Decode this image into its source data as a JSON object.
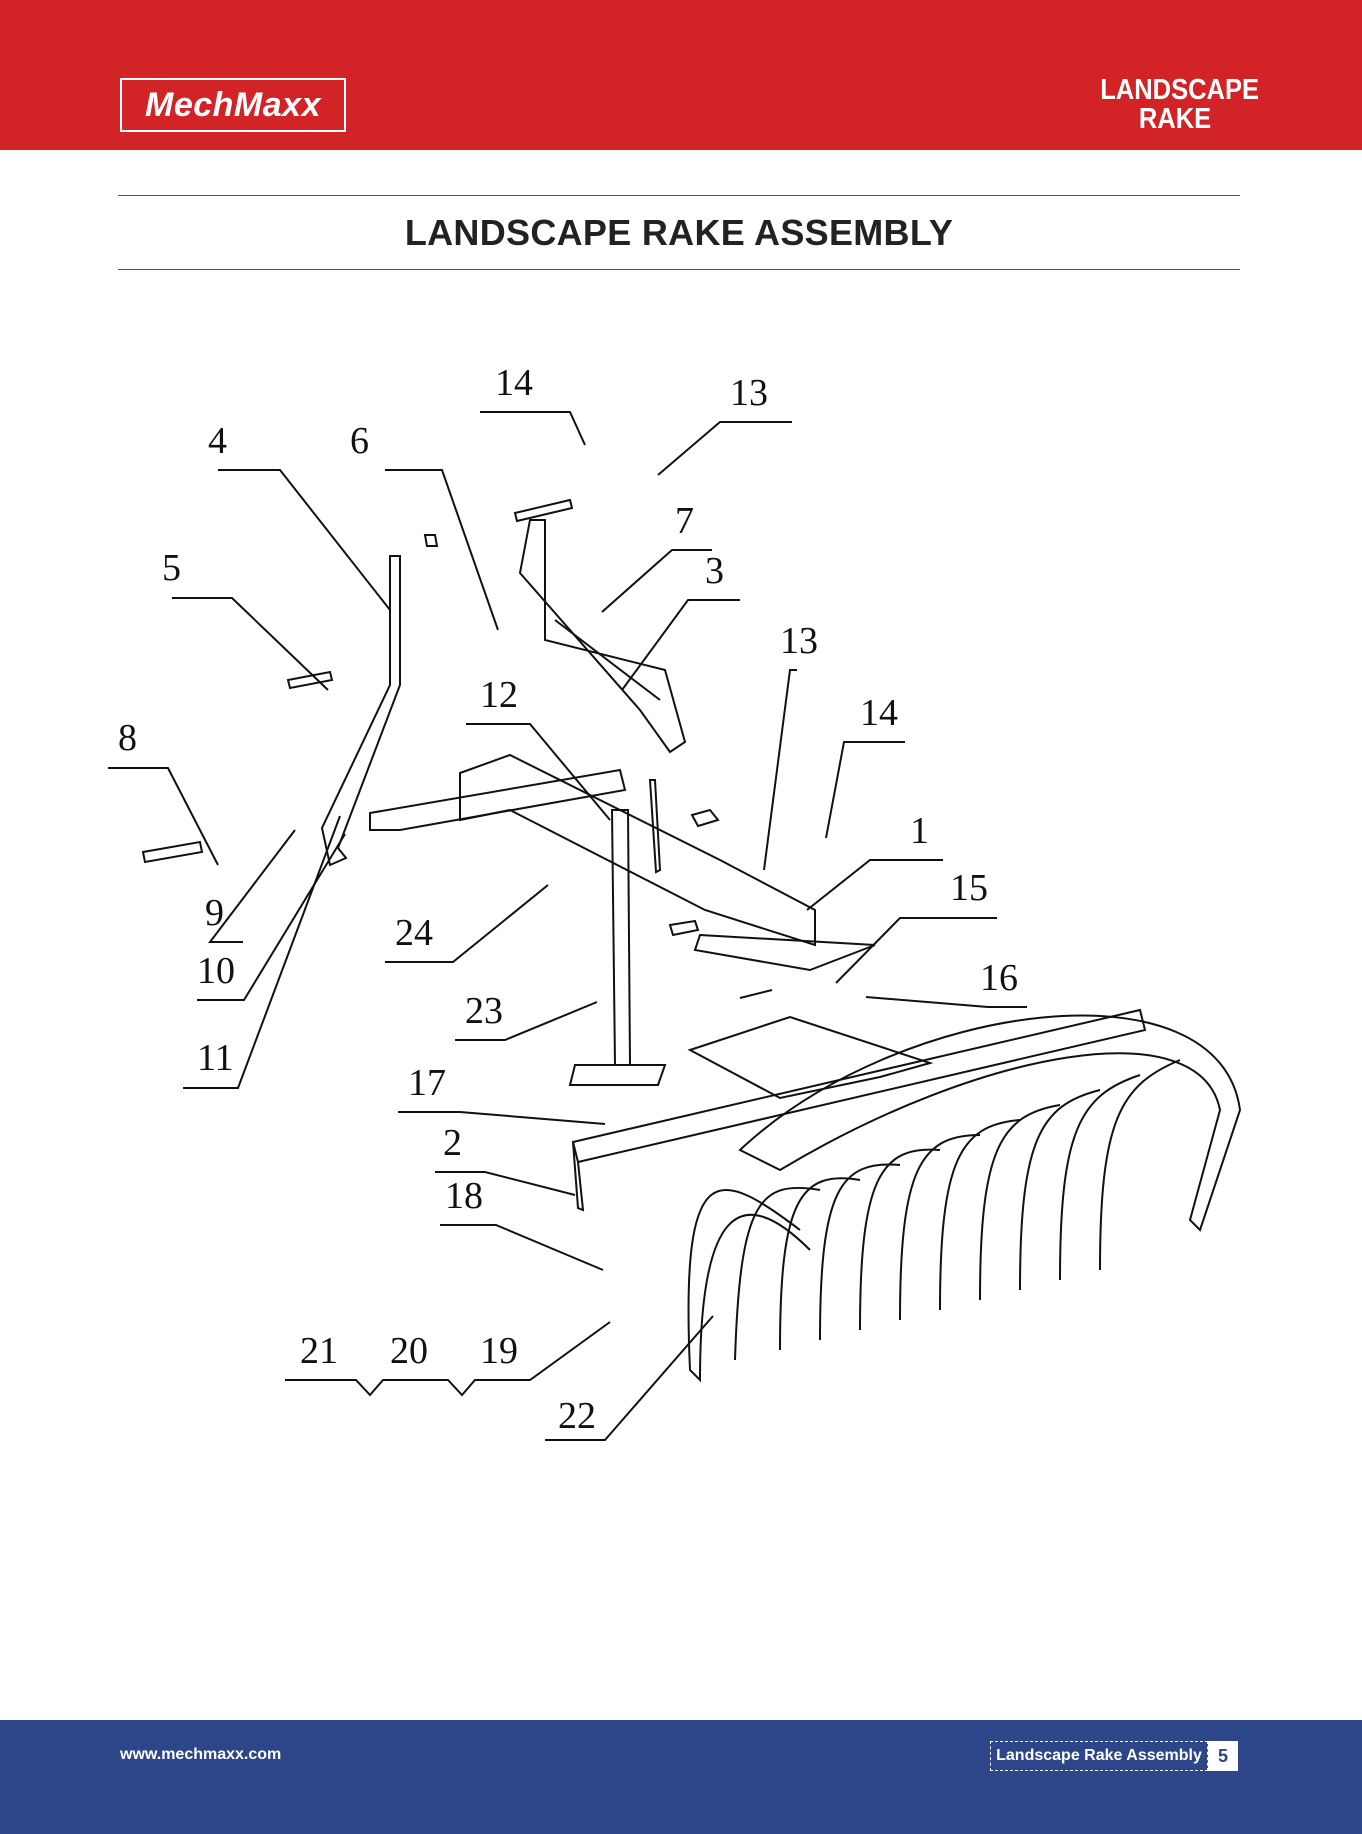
{
  "header": {
    "brand": "MechMaxx",
    "product_line1": "LANDSCAPE",
    "product_line2": "RAKE"
  },
  "page_title": "LANDSCAPE RAKE ASSEMBLY",
  "callouts": [
    {
      "id": "c14a",
      "label": "14"
    },
    {
      "id": "c13a",
      "label": "13"
    },
    {
      "id": "c4",
      "label": "4"
    },
    {
      "id": "c6",
      "label": "6"
    },
    {
      "id": "c7",
      "label": "7"
    },
    {
      "id": "c3",
      "label": "3"
    },
    {
      "id": "c5",
      "label": "5"
    },
    {
      "id": "c13b",
      "label": "13"
    },
    {
      "id": "c12",
      "label": "12"
    },
    {
      "id": "c14b",
      "label": "14"
    },
    {
      "id": "c8",
      "label": "8"
    },
    {
      "id": "c1",
      "label": "1"
    },
    {
      "id": "c15",
      "label": "15"
    },
    {
      "id": "c9",
      "label": "9"
    },
    {
      "id": "c24",
      "label": "24"
    },
    {
      "id": "c16",
      "label": "16"
    },
    {
      "id": "c10",
      "label": "10"
    },
    {
      "id": "c23",
      "label": "23"
    },
    {
      "id": "c11",
      "label": "11"
    },
    {
      "id": "c17",
      "label": "17"
    },
    {
      "id": "c2",
      "label": "2"
    },
    {
      "id": "c18",
      "label": "18"
    },
    {
      "id": "c21",
      "label": "21"
    },
    {
      "id": "c20",
      "label": "20"
    },
    {
      "id": "c19",
      "label": "19"
    },
    {
      "id": "c22",
      "label": "22"
    }
  ],
  "footer": {
    "website": "www.mechmaxx.com",
    "section": "Landscape Rake Assembly",
    "page_number": "5"
  },
  "colors": {
    "header_red": "#d22427",
    "footer_blue": "#2c4689"
  }
}
